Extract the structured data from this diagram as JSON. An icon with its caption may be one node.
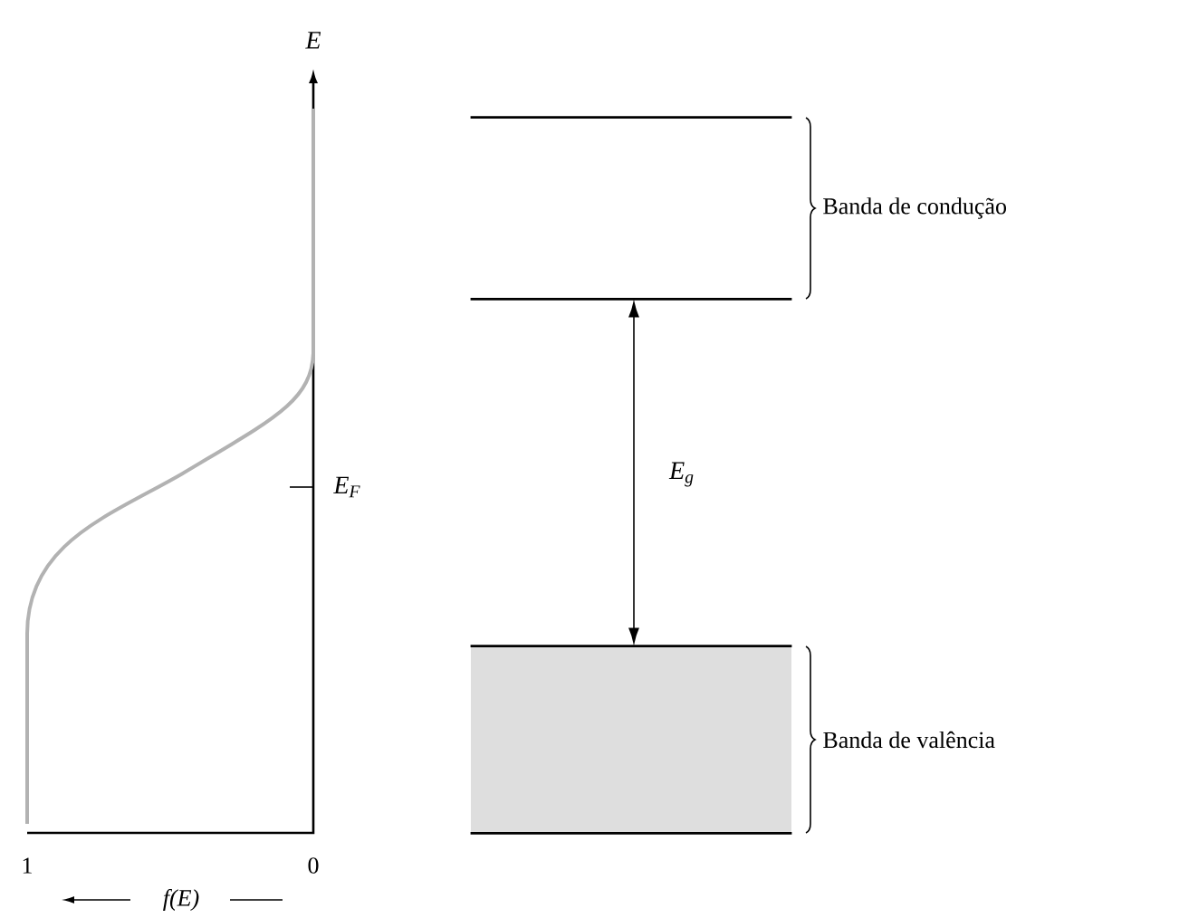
{
  "diagram": {
    "nodes": [
      {
        "text": [],
        "shape": "box",
        "beside": [
          "Banda de condução"
        ]
      },
      {
        "text": [],
        "shape": "box",
        "beside": [
          "Banda de valência"
        ]
      }
    ],
    "edges": [
      {
        "from": 0,
        "to": 1,
        "arrow": "both",
        "label": "E$_{g}$"
      }
    ],
    "labels": [
      "E",
      "E$_{F}$",
      "1",
      "0",
      "f(E)"
    ]
  }
}
